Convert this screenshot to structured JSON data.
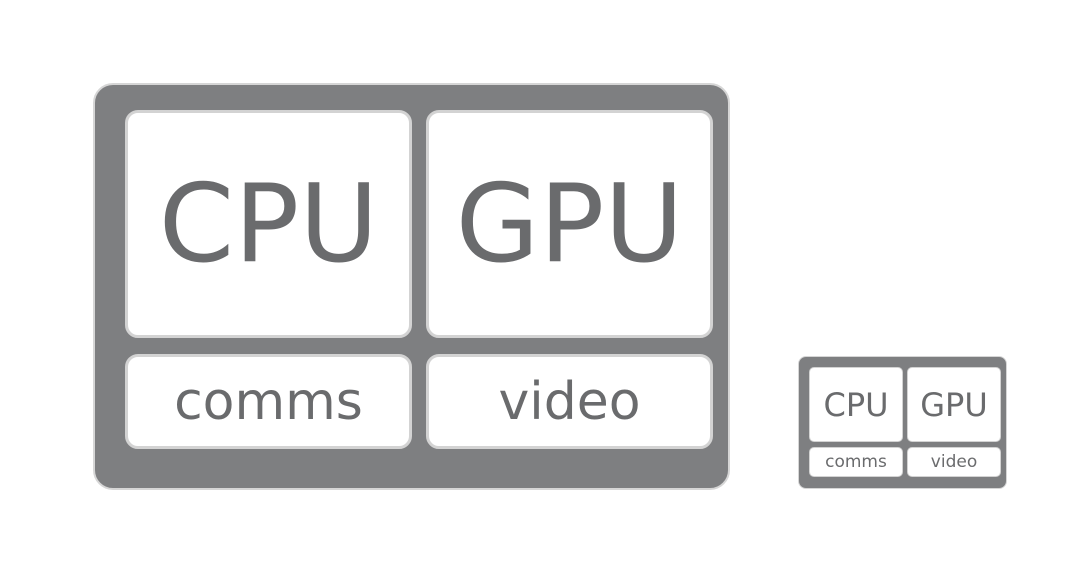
{
  "diagrams": [
    {
      "blocks": {
        "cpu": "CPU",
        "gpu": "GPU",
        "comms": "comms",
        "video": "video"
      }
    },
    {
      "blocks": {
        "cpu": "CPU",
        "gpu": "GPU",
        "comms": "comms",
        "video": "video"
      }
    }
  ],
  "colors": {
    "chip_fill": "#7e7f81",
    "block_fill": "#ffffff",
    "text": "#6a6b6d",
    "block_border": "#d3d3d3"
  }
}
